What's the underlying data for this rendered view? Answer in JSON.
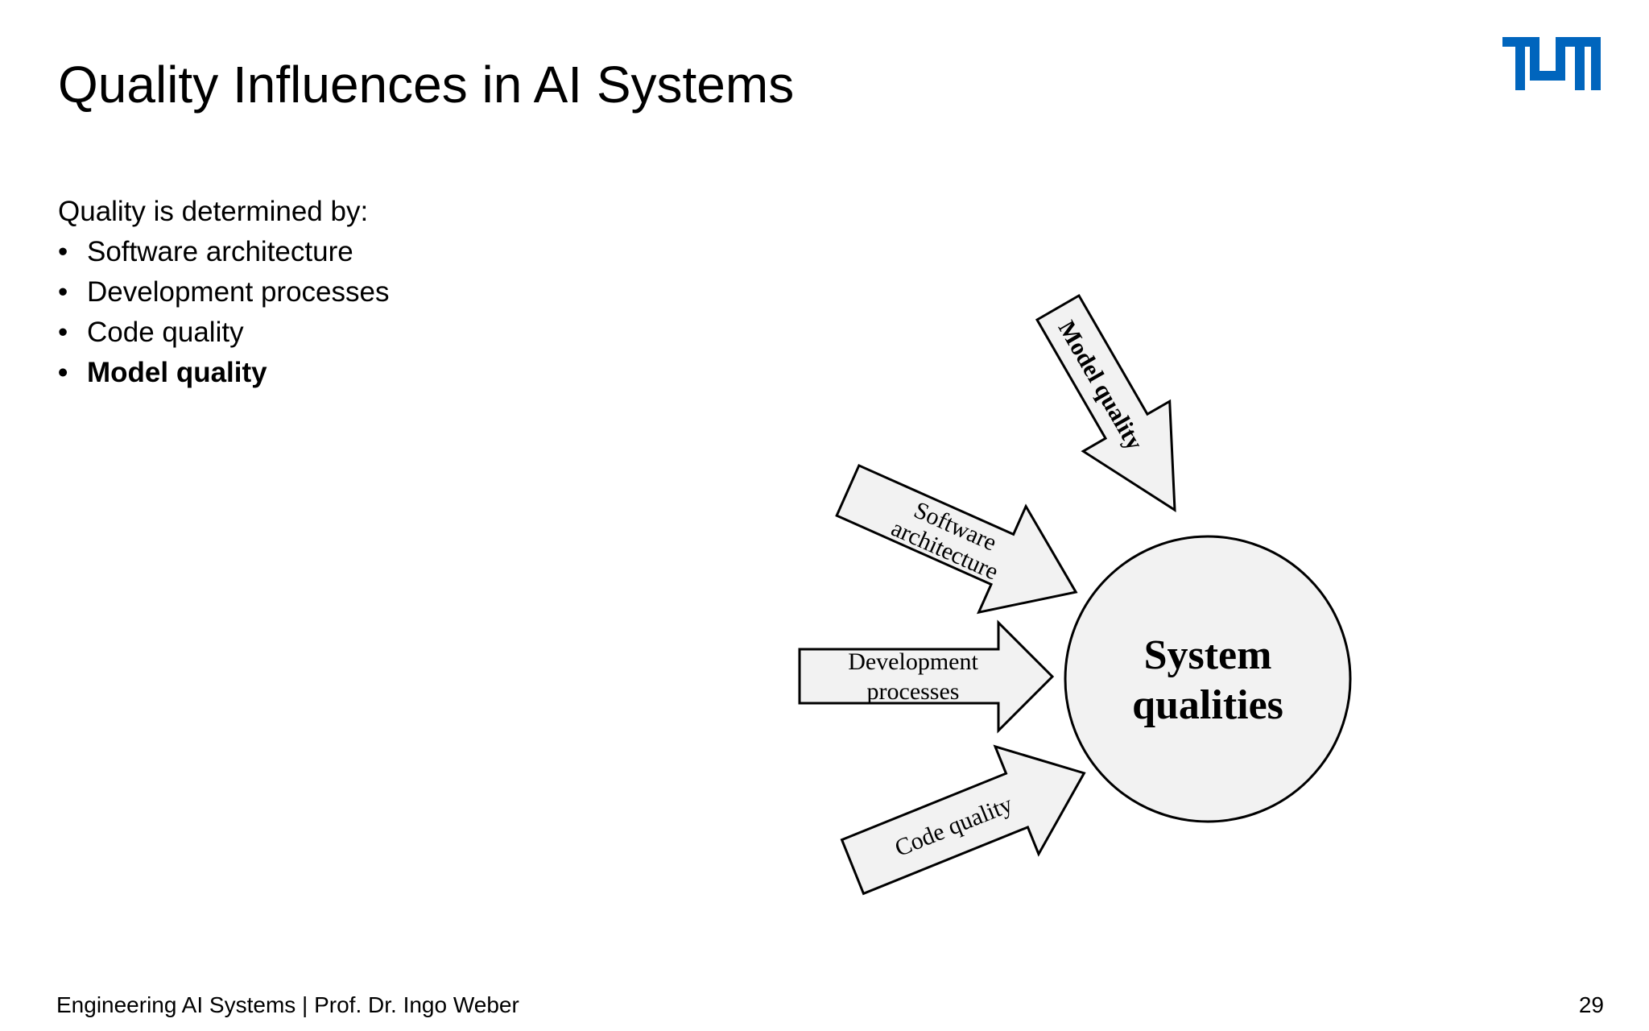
{
  "slide": {
    "title": "Quality Influences in AI Systems",
    "logo_text": "TUM",
    "brand_color": "#0065bd"
  },
  "content": {
    "intro": "Quality is determined by:",
    "bullets": [
      {
        "text": "Software architecture",
        "bold": false
      },
      {
        "text": "Development processes",
        "bold": false
      },
      {
        "text": "Code quality",
        "bold": false
      },
      {
        "text": "Model quality",
        "bold": true
      }
    ]
  },
  "diagram": {
    "center": {
      "line1": "System",
      "line2": "qualities"
    },
    "arrows": {
      "model": {
        "line1": "Model quality"
      },
      "architecture": {
        "line1": "Software",
        "line2": "architecture"
      },
      "development": {
        "line1": "Development",
        "line2": "processes"
      },
      "code": {
        "line1": "Code quality"
      }
    },
    "fill_color": "#f2f2f2",
    "stroke_color": "#000000"
  },
  "footer": {
    "left": "Engineering AI Systems  |  Prof. Dr. Ingo Weber",
    "page_number": "29"
  }
}
